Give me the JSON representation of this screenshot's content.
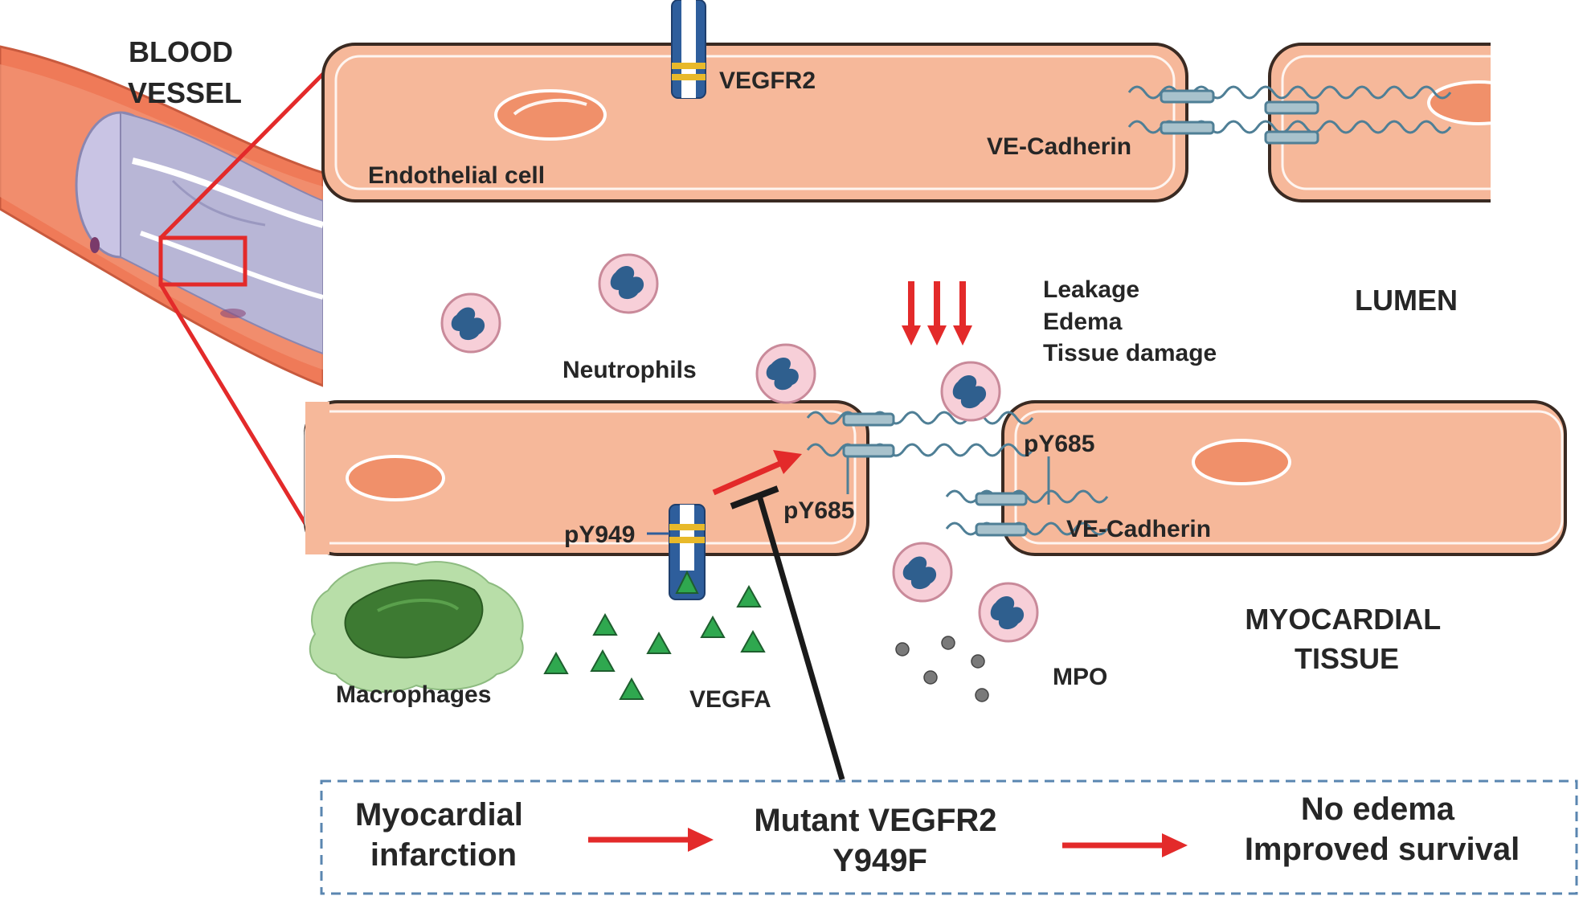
{
  "colors": {
    "cell_fill": "#f6b89a",
    "cell_stroke": "#3a2a22",
    "nucleus": "#f0906a",
    "vessel_wall": "#ef7a58",
    "vessel_inner": "#b8b6d6",
    "red_accent": "#e32a2a",
    "neutrophil": "#f7cfd8",
    "neutrophil_nucleus": "#2f5f8e",
    "macrophage": "#b8dea8",
    "macrophage_nucleus": "#3d7a32",
    "vegfa": "#2fa84f",
    "receptor_blue": "#2e5e9c",
    "receptor_yellow": "#e8b92a",
    "cadherin": "#4f7f96",
    "mpo": "#7a7a7a",
    "box_border": "#5a86b0"
  },
  "labels": {
    "blood_vessel": [
      "BLOOD",
      "VESSEL"
    ],
    "vegfr2": "VEGFR2",
    "endothelial_cell": "Endothelial cell",
    "ve_cadherin_top": "VE-Cadherin",
    "lumen": "LUMEN",
    "effects": [
      "Leakage",
      "Edema",
      "Tissue damage"
    ],
    "neutrophils": "Neutrophils",
    "py685_right": "pY685",
    "py685_left": "pY685",
    "py949": "pY949",
    "ve_cadherin_bottom": "VE-Cadherin",
    "myocardial_tissue": [
      "MYOCARDIAL",
      "TISSUE"
    ],
    "macrophages": "Macrophages",
    "vegfa": "VEGFA",
    "mpo": "MPO"
  },
  "summary": {
    "cause": [
      "Myocardial",
      "infarction"
    ],
    "intervention": [
      "Mutant VEGFR2",
      "Y949F"
    ],
    "outcome": [
      "No edema",
      "Improved survival"
    ]
  }
}
